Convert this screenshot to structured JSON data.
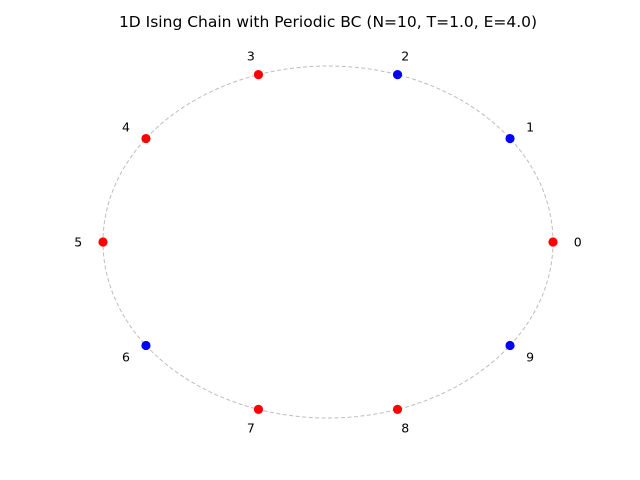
{
  "diagram": {
    "title": "1D Ising Chain with Periodic BC (N=10, T=1.0, E=4.0)",
    "ring_color": "#bdbdbd",
    "spin_colors": {
      "up": "#ff0000",
      "down": "#0000ff"
    },
    "sites": [
      {
        "label": "0",
        "spin": "up"
      },
      {
        "label": "1",
        "spin": "down"
      },
      {
        "label": "2",
        "spin": "down"
      },
      {
        "label": "3",
        "spin": "up"
      },
      {
        "label": "4",
        "spin": "up"
      },
      {
        "label": "5",
        "spin": "up"
      },
      {
        "label": "6",
        "spin": "down"
      },
      {
        "label": "7",
        "spin": "up"
      },
      {
        "label": "8",
        "spin": "up"
      },
      {
        "label": "9",
        "spin": "down"
      }
    ]
  }
}
